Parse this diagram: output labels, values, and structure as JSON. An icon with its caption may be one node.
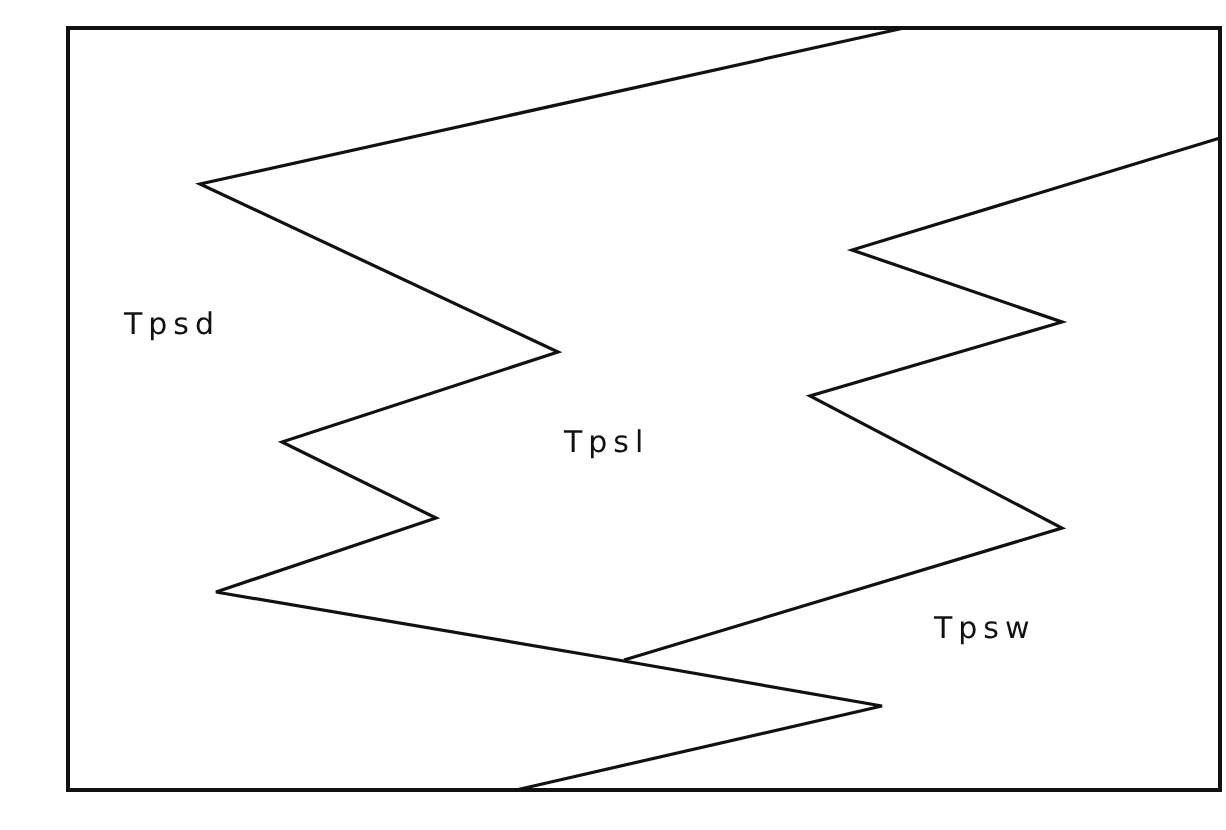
{
  "diagram": {
    "labels": [
      "Tpsd",
      "Tpsl",
      "Tpsw"
    ]
  }
}
